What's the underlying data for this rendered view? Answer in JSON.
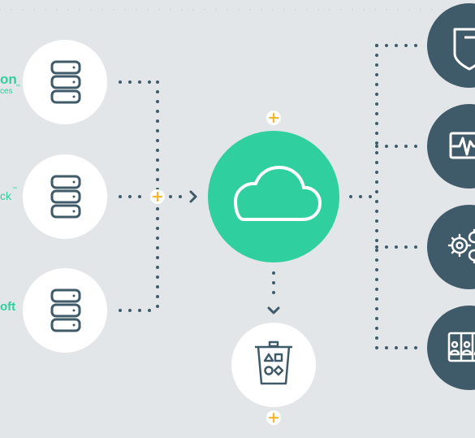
{
  "providers": [
    {
      "label_main": "on",
      "label_sub": "ces",
      "label_sup": "™"
    },
    {
      "label_main": "ck",
      "label_sub": "",
      "label_sup": "™"
    },
    {
      "label_main": "oft",
      "label_sub": "",
      "label_sup": ""
    }
  ],
  "icons": {
    "servers": "server-stack-icon",
    "cloud": "cloud-icon",
    "trash": "recycle-bin-icon",
    "shield": "shield-icon",
    "monitor": "heartbeat-monitor-icon",
    "gears": "gears-icon",
    "users": "users-panel-icon",
    "plus": "plus-icon"
  },
  "colors": {
    "background": "#e3e6e9",
    "accent": "#2fcf9f",
    "node_dark": "#3f5a68",
    "icon_stroke": "#3f5a68",
    "plus": "#f5b731",
    "white": "#ffffff"
  }
}
